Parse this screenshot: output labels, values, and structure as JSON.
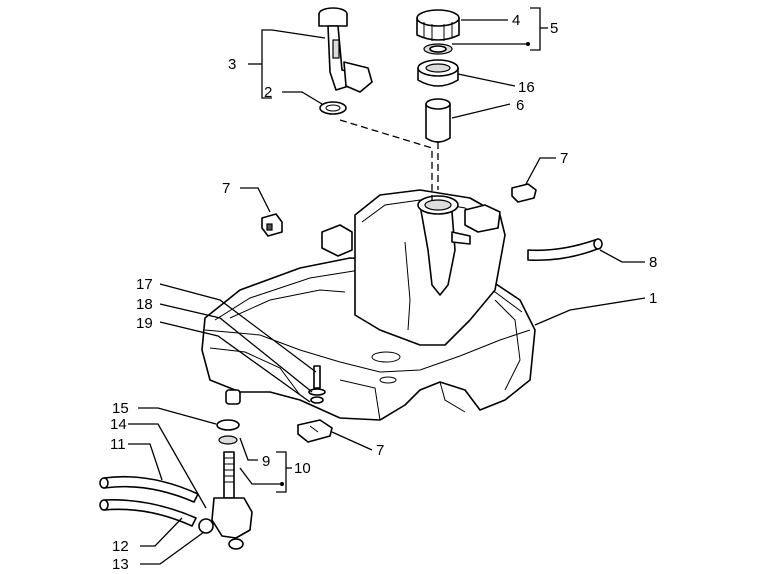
{
  "callouts": {
    "c1": "1",
    "c2": "2",
    "c3": "3",
    "c4": "4",
    "c5": "5",
    "c6": "6",
    "c7a": "7",
    "c7b": "7",
    "c7c": "7",
    "c8": "8",
    "c9": "9",
    "c10": "10",
    "c11": "11",
    "c12": "12",
    "c13": "13",
    "c14": "14",
    "c15": "15",
    "c16": "16",
    "c17": "17",
    "c18": "18",
    "c19": "19"
  }
}
